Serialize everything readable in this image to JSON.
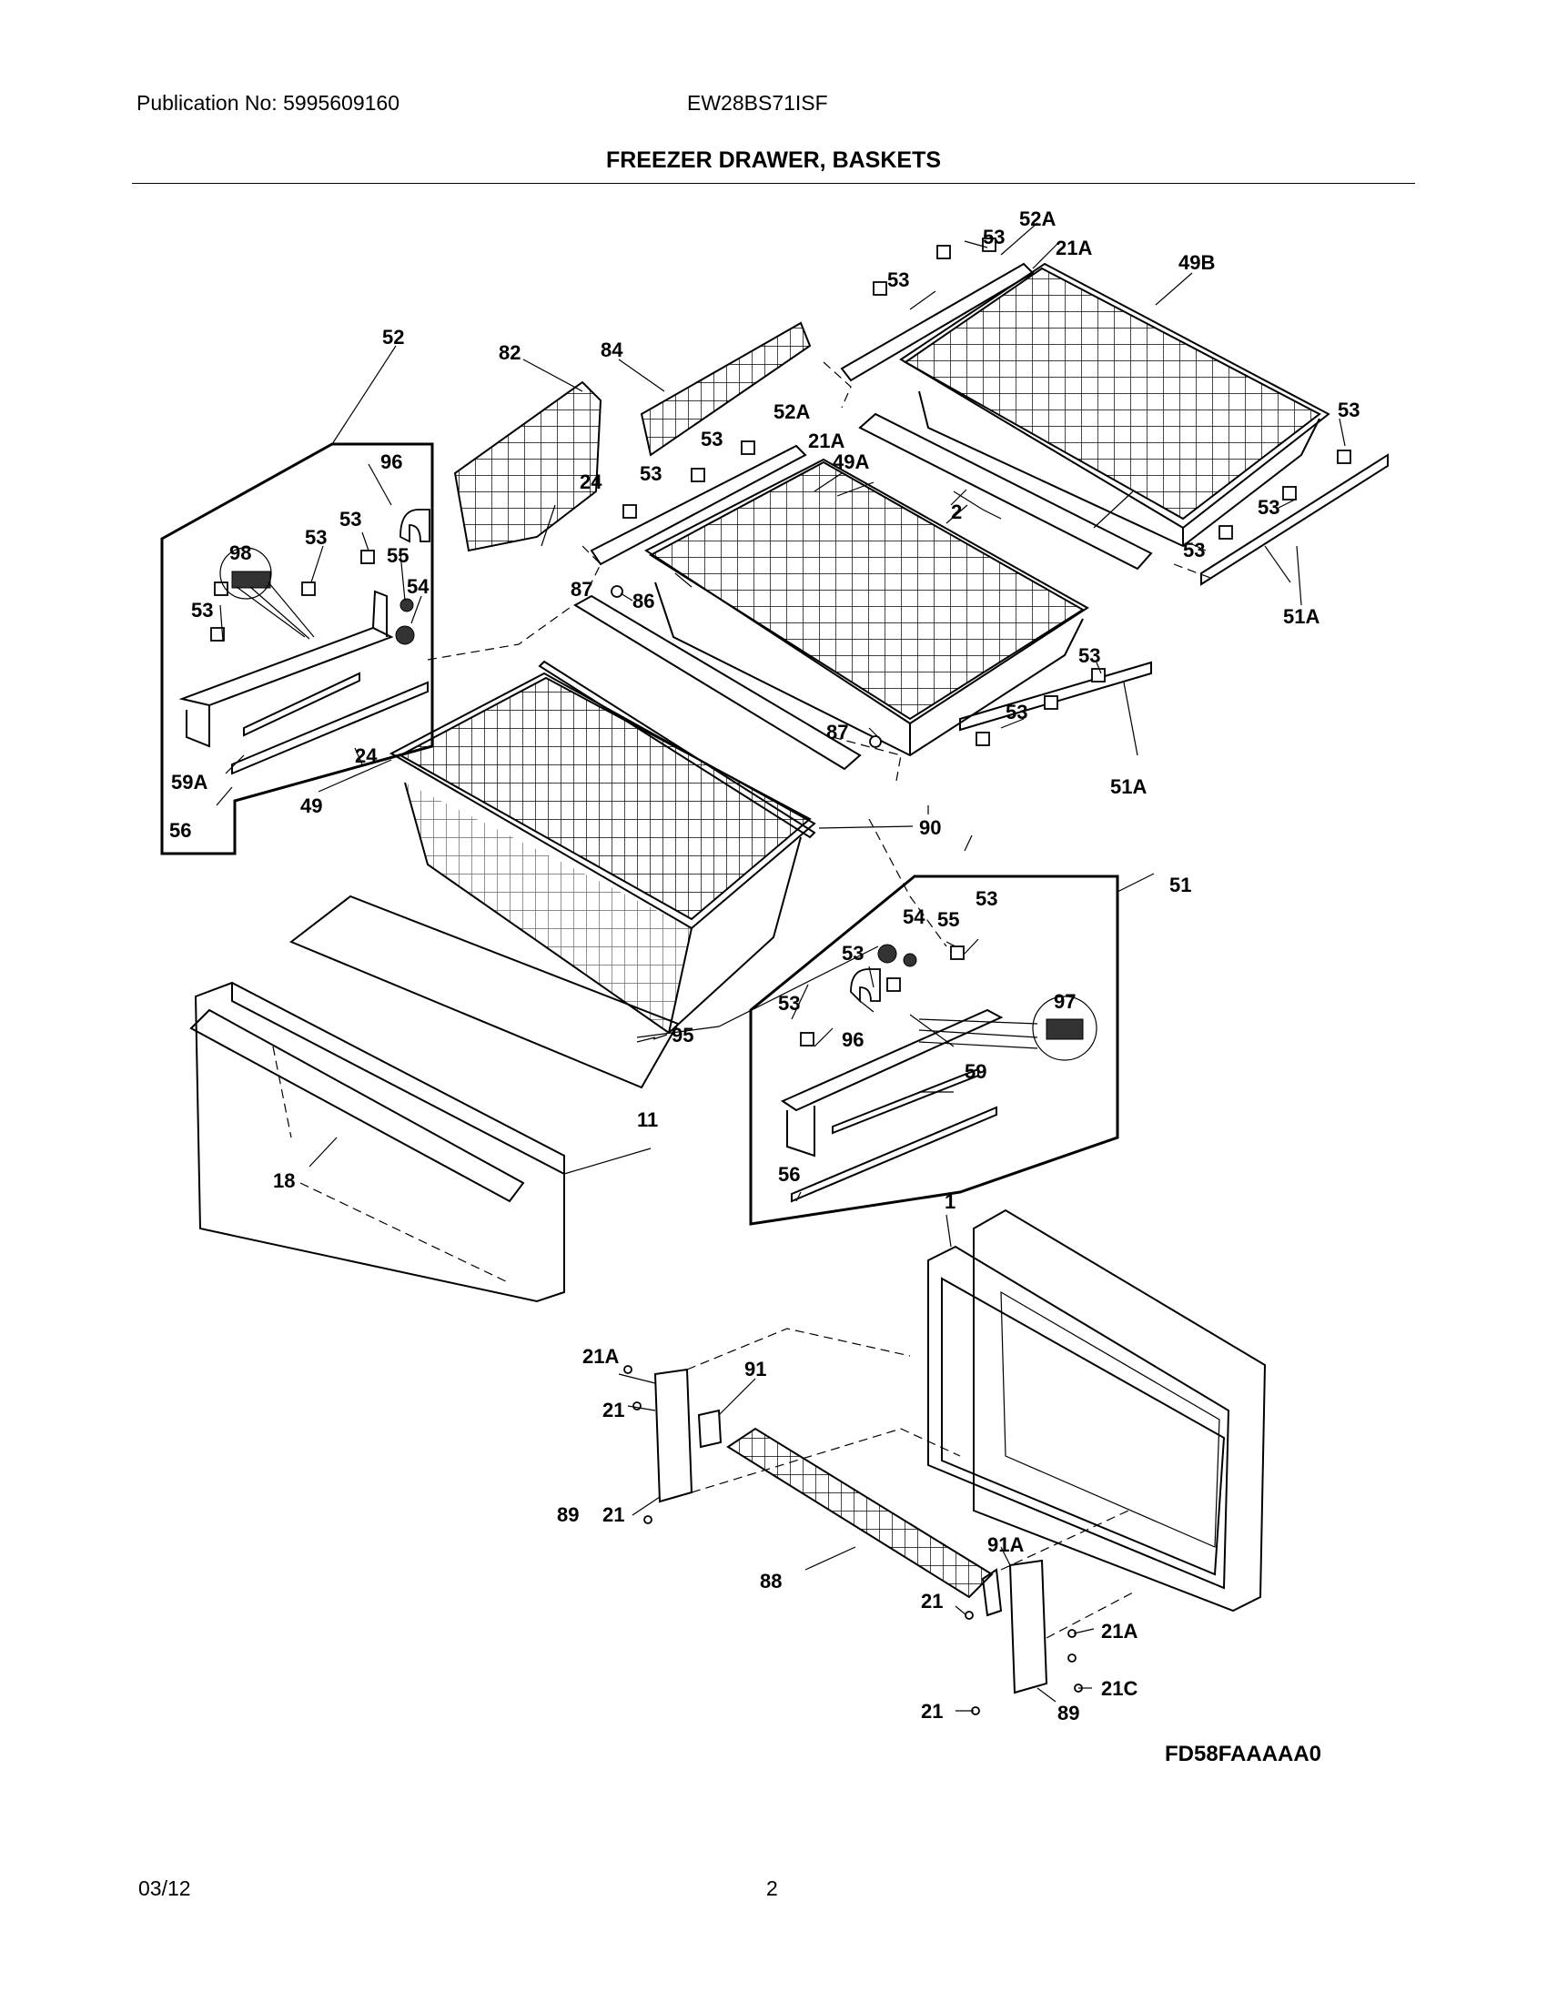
{
  "header": {
    "publication": "Publication No: 5995609160",
    "model": "EW28BS71ISF",
    "title": "FREEZER DRAWER, BASKETS"
  },
  "diagram": {
    "code": "FD58FAAAAA0",
    "callouts": [
      "53",
      "52A",
      "21A",
      "49B",
      "53",
      "52",
      "82",
      "84",
      "52A",
      "53",
      "21A",
      "49A",
      "53",
      "96",
      "24",
      "53",
      "53",
      "2",
      "53",
      "98",
      "55",
      "53",
      "53",
      "54",
      "87",
      "86",
      "53",
      "51A",
      "53",
      "53",
      "59A",
      "24",
      "49",
      "56",
      "87",
      "51A",
      "90",
      "51",
      "54",
      "55",
      "53",
      "53",
      "53",
      "97",
      "96",
      "59",
      "95",
      "11",
      "18",
      "56",
      "1",
      "21A",
      "91",
      "21",
      "89",
      "21",
      "91A",
      "88",
      "21",
      "21A",
      "21C",
      "21",
      "89"
    ]
  },
  "footer": {
    "date": "03/12",
    "page": "2"
  }
}
